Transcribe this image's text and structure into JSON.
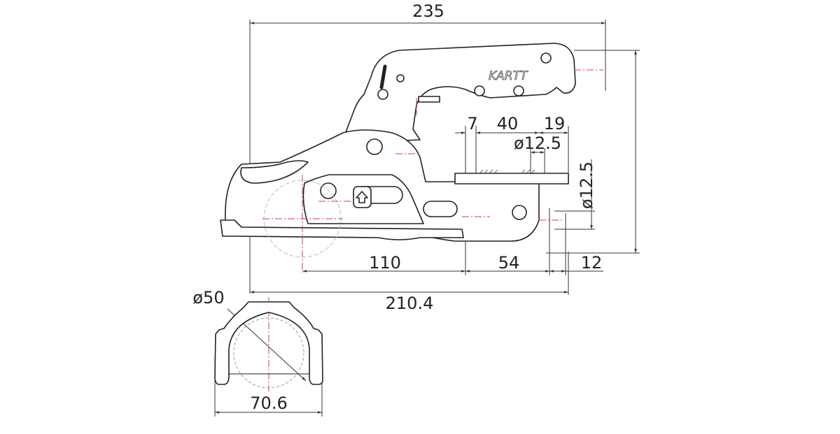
{
  "drawing": {
    "logo_text": "KARTT",
    "dimensions": {
      "overall_length": "235",
      "pin_offset": "7",
      "pin_spacing": "40",
      "pin_end": "19",
      "pin_diameter_top": "ø12.5",
      "pin_diameter_side": "ø12.5",
      "ball_to_hole": "110",
      "hole_spacing": "54",
      "end_offset": "12",
      "body_length": "210.4",
      "ball_diameter": "ø50",
      "section_width": "70.6"
    },
    "colors": {
      "line": "#222222",
      "centerline": "#d9394f"
    }
  }
}
